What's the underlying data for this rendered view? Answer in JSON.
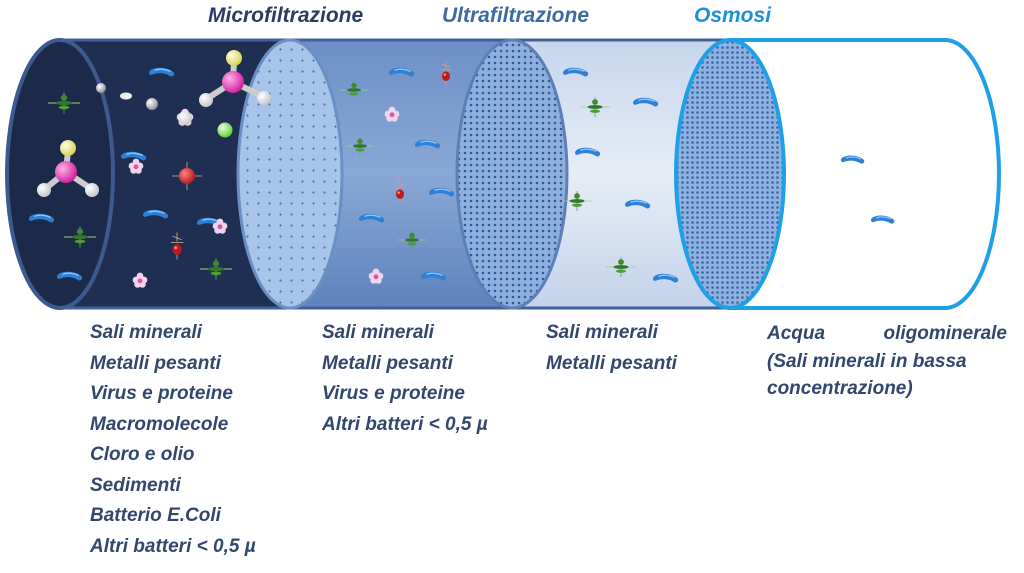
{
  "stages": [
    {
      "title": "Microfiltrazione",
      "color": "#2d3b63",
      "passes": [
        "Sali minerali",
        "Metalli pesanti",
        "Virus e proteine",
        "Altri batteri < 0,5 µ"
      ]
    },
    {
      "title": "Ultrafiltrazione",
      "color": "#3e6aa3",
      "passes": [
        "Sali minerali",
        "Metalli pesanti"
      ]
    },
    {
      "title": "Osmosi",
      "color": "#1f8fd4",
      "result_word1": "Acqua",
      "result_word2": "oligominerale",
      "result_line2": "(Sali minerali in bassa",
      "result_line3": "concentrazione)"
    }
  ],
  "inlet": {
    "contents": [
      "Sali minerali",
      "Metalli pesanti",
      "Virus e proteine",
      "Macromolecole",
      "Cloro e olio",
      "Sedimenti",
      "Batterio E.Coli",
      "Altri batteri < 0,5 µ"
    ]
  },
  "colors": {
    "inlet": "#1f2f52",
    "section2": "#7d9fd2",
    "section3": "#dfe8f5",
    "membrane": "#a8c4e8",
    "osmosis_outline": "#1fa0e6",
    "water_molecule": "#2e7fd6"
  },
  "icons": [
    "water-molecule-icon",
    "virus-icon",
    "bacterium-icon",
    "protein-icon",
    "ion-sphere-icon",
    "chlorine-molecule-icon"
  ]
}
